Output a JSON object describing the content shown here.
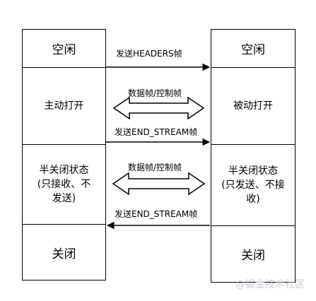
{
  "left_column": {
    "states": [
      "空闲",
      "主动打开",
      "半关闭状态\n(只接收、不\n发送)",
      "关闭"
    ]
  },
  "right_column": {
    "states": [
      "空闲",
      "被动打开",
      "半关闭状态\n(只发送、不接\n收)",
      "关闭"
    ]
  },
  "transitions": {
    "send_headers": "发送HEADERS帧",
    "data_control_1": "数据帧/控制帧",
    "send_end_stream_1": "发送END_STREAM帧",
    "data_control_2": "数据帧/控制帧",
    "send_end_stream_2": "发送END_STREAM帧"
  },
  "watermark": "@掘金技术社区",
  "colors": {
    "line": "#000000",
    "arrow_fill": "#ffffff",
    "watermark": "#c9ccd2"
  }
}
